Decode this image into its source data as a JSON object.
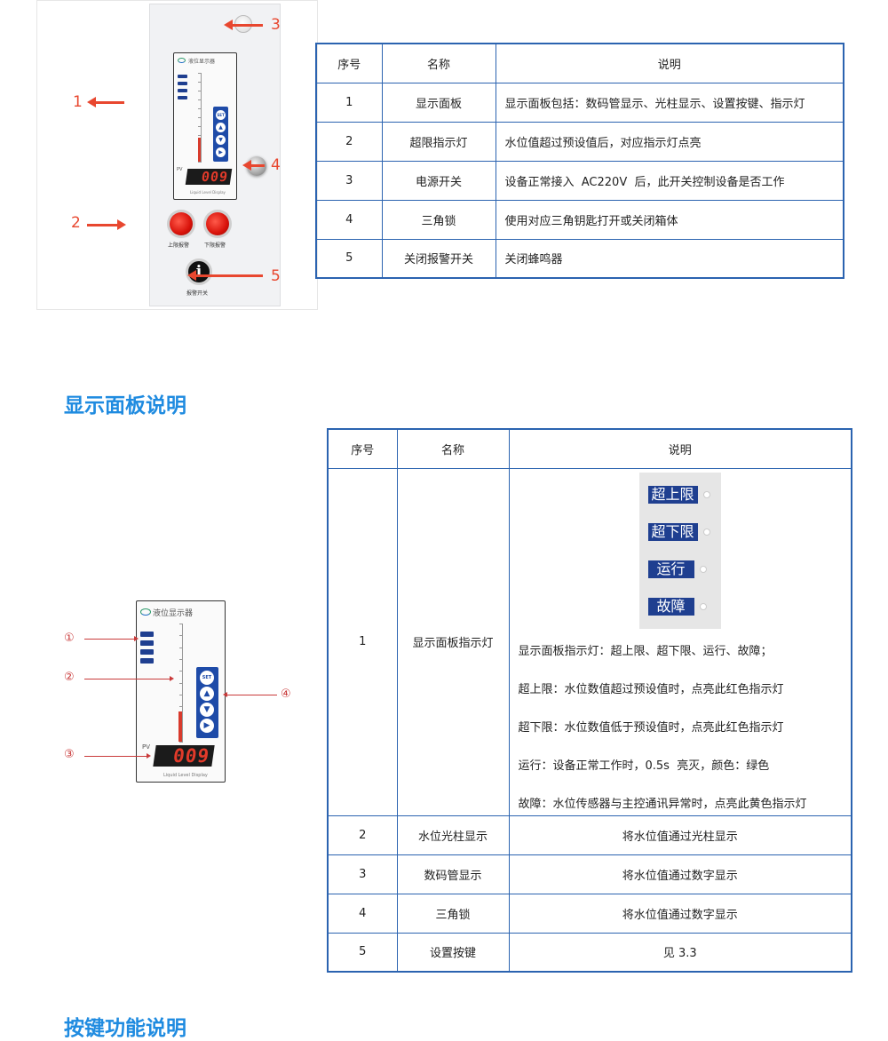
{
  "device": {
    "brand": "液位显示器",
    "indicators": [
      "超上限",
      "超下限",
      "运行",
      "故障"
    ],
    "pv_label": "PV",
    "readout": "009",
    "footer": "Liquid Level Display",
    "set_key": "SET",
    "alarm_upper": "上限报警",
    "alarm_lower": "下限报警",
    "alarm_switch": "报警开关",
    "info_glyph": "i",
    "power_glyph": "○ –"
  },
  "callouts1": [
    "1",
    "2",
    "3",
    "4",
    "5"
  ],
  "table1": {
    "headers": [
      "序号",
      "名称",
      "说明"
    ],
    "rows": [
      [
        "1",
        "显示面板",
        "显示面板包括：数码管显示、光柱显示、设置按键、指示灯"
      ],
      [
        "2",
        "超限指示灯",
        "水位值超过预设值后，对应指示灯点亮"
      ],
      [
        "3",
        "电源开关",
        "设备正常接入  AC220V  后，此开关控制设备是否工作"
      ],
      [
        "4",
        "三角锁",
        "使用对应三角钥匙打开或关闭箱体"
      ],
      [
        "5",
        "关闭报警开关",
        "关闭蜂鸣器"
      ]
    ]
  },
  "heading1": "显示面板说明",
  "callouts2": [
    "①",
    "②",
    "③",
    "④"
  ],
  "table2": {
    "headers": [
      "序号",
      "名称",
      "说明"
    ],
    "chips": [
      "超上限",
      "超下限",
      "运行",
      "故障"
    ],
    "row1": {
      "no": "1",
      "name": "显示面板指示灯",
      "lines": [
        "显示面板指示灯：超上限、超下限、运行、故障；",
        "超上限：水位数值超过预设值时，点亮此红色指示灯",
        "超下限：水位数值低于预设值时，点亮此红色指示灯",
        "运行：设备正常工作时，0.5s  亮灭，颜色：绿色",
        "故障：水位传感器与主控通讯异常时，点亮此黄色指示灯"
      ]
    },
    "rows": [
      [
        "2",
        "水位光柱显示",
        "将水位值通过光柱显示"
      ],
      [
        "3",
        "数码管显示",
        "将水位值通过数字显示"
      ],
      [
        "4",
        "三角锁",
        "将水位值通过数字显示"
      ],
      [
        "5",
        "设置按键",
        "见 3.3"
      ]
    ]
  },
  "heading2": "按键功能说明",
  "colors": {
    "accent": "#1f8be0",
    "border": "#2b63b0",
    "callout": "#e8472f",
    "indicator": "#1f3f90"
  }
}
